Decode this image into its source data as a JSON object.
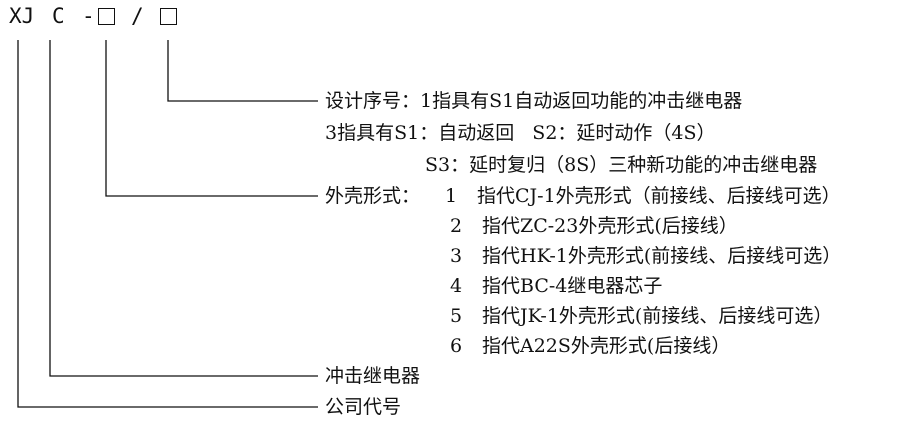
{
  "code": {
    "xj": "XJ",
    "c": "C",
    "dash": "-",
    "slash": "/"
  },
  "labels": {
    "design_title": "设计序号：1指具有S1自动返回功能的冲击继电器",
    "design_line2": "3指具有S1：自动返回   S2：延时动作（4S）",
    "design_line3": "S3：延时复归（8S）三种新功能的冲击继电器",
    "shell_title": "外壳形式：",
    "shell_options": [
      {
        "num": "1",
        "text": "指代CJ-1外壳形式（前接线、后接线可选）"
      },
      {
        "num": "2",
        "text": "指代ZC-23外壳形式(后接线）"
      },
      {
        "num": "3",
        "text": "指代HK-1外壳形式(前接线、后接线可选）"
      },
      {
        "num": "4",
        "text": "指代BC-4继电器芯子"
      },
      {
        "num": "5",
        "text": "指代JK-1外壳形式(前接线、后接线可选）"
      },
      {
        "num": "6",
        "text": "指代A22S外壳形式(后接线）"
      }
    ],
    "impact_relay": "冲击继电器",
    "company_code": "公司代号"
  }
}
